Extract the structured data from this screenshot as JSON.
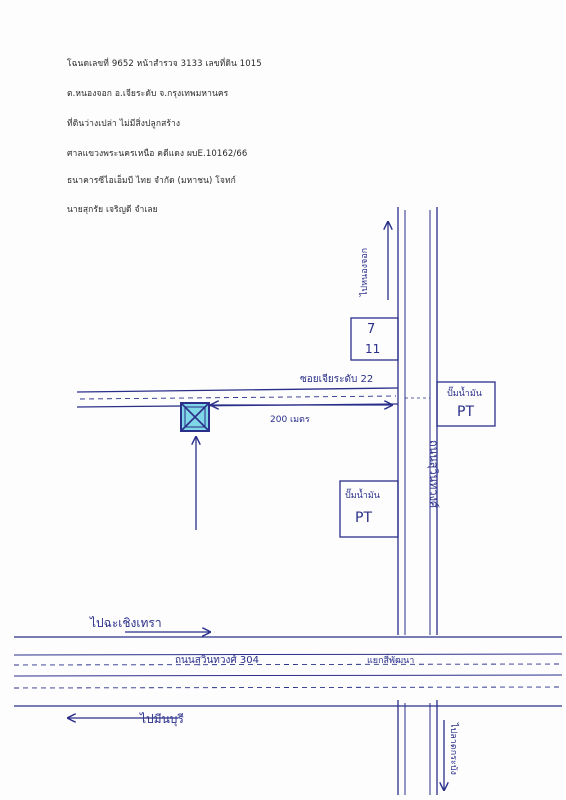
{
  "header": {
    "lines": [
      "โฉนดเลขที่ 9652 หน้าสำรวจ 3133 เลขที่ดิน 1015",
      "ต.หนองจอก  อ.เจียระดับ  จ.กรุงเทพมหานคร",
      "ที่ดินว่างเปล่า ไม่มีสิ่งปลูกสร้าง",
      "ศาลแขวงพระนครเหนือ  คดีแดง ผบE.10162/66",
      "ธนาคารซีไอเอ็มบี ไทย จำกัด (มหาชน)  โจทก์",
      "นายสุกรัย เจริญดี  จำเลย"
    ]
  },
  "map": {
    "store_top": "7",
    "store_bottom": "11",
    "soi_label": "ซอยเจียระดับ 22",
    "distance_label": "200 เมตร",
    "gas_station_label_1": "ปั๊มน้ำมัน",
    "gas_station_code_1": "PT",
    "gas_station_label_2": "ปั๊มน้ำมัน",
    "gas_station_code_2": "PT",
    "vertical_road_top_label": "ไปหนองจอก",
    "vertical_road_right_label": "ถนนสุวินทวงศ์",
    "vertical_road_bottom_label": "ไปลาดกระบัง",
    "main_road_label": "ถนนสุวินทวงศ์ 304",
    "intersection_label": "แยกสี่พัฒนา",
    "left_arrow_label_top": "ไปฉะเชิงเทรา",
    "left_arrow_label_bottom": "ไปมีนบุรี"
  }
}
